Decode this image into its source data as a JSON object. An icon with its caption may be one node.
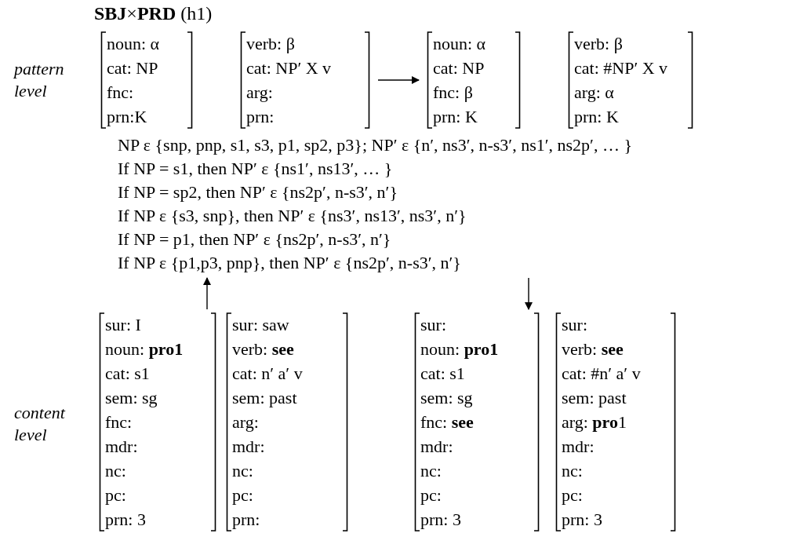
{
  "diagram": {
    "title": "**SBJ**×**PRD** (h1)",
    "nodes": [
      {
        "text": [
          "noun: α",
          "cat: NP",
          "fnc:",
          "prn:K"
        ]
      },
      {
        "text": [
          "verb: β",
          "cat: NP′ X v",
          "arg:",
          "prn:"
        ]
      },
      {
        "text": [
          "noun: α",
          "cat: NP",
          "fnc: β",
          "prn: K"
        ]
      },
      {
        "text": [
          "verb: β",
          "cat: #NP′ X v",
          "arg: α",
          "prn: K"
        ]
      },
      {
        "text": [
          "NP ε {snp, pnp, s1, s3, p1, sp2, p3}; NP′ ε {n′, ns3′, n-s3′, ns1′, ns2p′, … }",
          "If NP = s1, then NP′ ε {ns1′, ns13′, … }",
          "If NP = sp2, then NP′ ε {ns2p′, n-s3′, n′}",
          "If NP ε {s3, snp}, then NP′ ε {ns3′, ns13′, ns3′, n′}",
          "If NP = p1, then NP′ ε {ns2p′, n-s3′, n′}",
          "If NP ε {p1,p3, pnp}, then NP′ ε {ns2p′, n-s3′, n′}"
        ]
      },
      {
        "text": [
          "sur: I",
          "noun: **pro1**",
          "cat: s1",
          "sem: sg",
          "fnc:",
          "mdr:",
          "nc:",
          "pc:",
          "prn: 3"
        ]
      },
      {
        "text": [
          "sur: saw",
          "verb: **see**",
          "cat: n′ a′ v",
          "sem: past",
          "arg:",
          "mdr:",
          "nc:",
          "pc:",
          "prn:"
        ]
      },
      {
        "text": [
          "sur:",
          "noun: **pro1**",
          "cat: s1",
          "sem: sg",
          "fnc: **see**",
          "mdr:",
          "nc:",
          "pc:",
          "prn: 3"
        ]
      },
      {
        "text": [
          "sur:",
          "verb: **see**",
          "cat: #n′ a′ v",
          "sem: past",
          "arg: **pro**1",
          "mdr:",
          "nc:",
          "pc:",
          "prn: 3"
        ]
      }
    ],
    "edges": [
      {
        "from": 1,
        "to": 2,
        "arrow": "to"
      },
      {
        "from": 5,
        "to": 4,
        "arrow": "to"
      },
      {
        "from": 4,
        "to": 7,
        "arrow": "to"
      }
    ],
    "labels": [
      "pattern level",
      "content level"
    ]
  }
}
